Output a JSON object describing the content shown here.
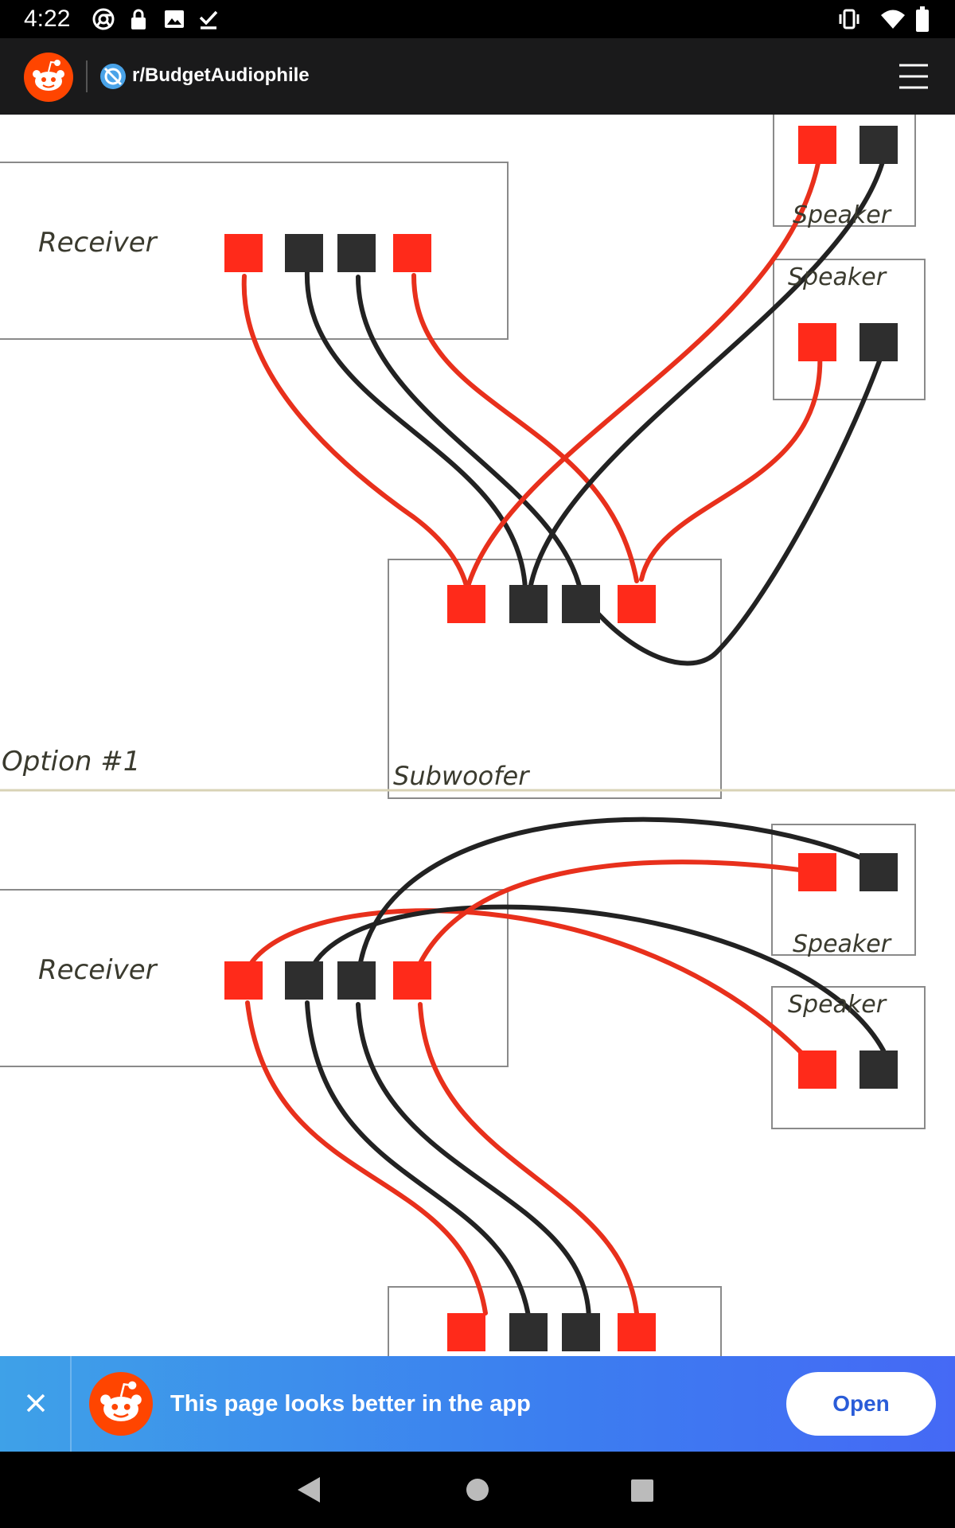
{
  "status_bar": {
    "time": "4:22",
    "left_icons": [
      "chrome-icon",
      "lock-icon",
      "image-icon",
      "download-done-icon"
    ],
    "right_icons": [
      "vibrate-icon",
      "wifi-icon",
      "battery-icon"
    ]
  },
  "app_bar": {
    "logo_icon": "reddit-logo-icon",
    "subreddit_icon": "subreddit-icon",
    "subreddit_name": "r/BudgetAudiophile",
    "menu_icon": "hamburger-menu-icon"
  },
  "diagram": {
    "top": {
      "receiver_label": "Receiver",
      "speaker_labels": [
        "Speaker",
        "Speaker"
      ],
      "subwoofer_label": "Subwoofer",
      "option_label": "Option #1"
    },
    "bottom": {
      "receiver_label": "Receiver",
      "speaker_labels": [
        "Speaker",
        "Speaker"
      ]
    },
    "colors": {
      "red_terminal": "#ff2a1a",
      "black_terminal": "#2e2e2e",
      "red_wire": "#e8301c",
      "black_wire": "#222222",
      "box_line": "#8a8a8a"
    }
  },
  "banner": {
    "close_icon": "close-icon",
    "logo_icon": "reddit-logo-icon",
    "message": "This page looks better in the app",
    "open_label": "Open"
  },
  "nav_bar": {
    "icons": [
      "back-icon",
      "home-icon",
      "recents-icon"
    ]
  }
}
